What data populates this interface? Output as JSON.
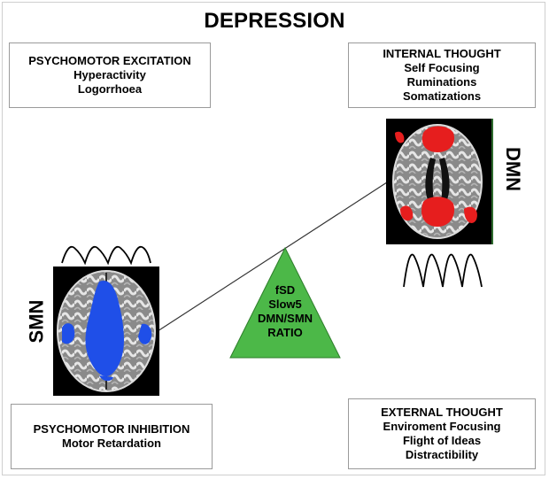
{
  "title": "DEPRESSION",
  "boxes": {
    "psychomotor_excitation": {
      "heading": "PSYCHOMOTOR EXCITATION",
      "items": [
        "Hyperactivity",
        "Logorrhoea"
      ]
    },
    "internal_thought": {
      "heading": "INTERNAL THOUGHT",
      "items": [
        "Self Focusing",
        "Ruminations",
        "Somatizations"
      ]
    },
    "psychomotor_inhibition": {
      "heading": "PSYCHOMOTOR INHIBITION",
      "items": [
        "Motor Retardation"
      ]
    },
    "external_thought": {
      "heading": "EXTERNAL THOUGHT",
      "items": [
        "Enviroment Focusing",
        "Flight of Ideas",
        "Distractibility"
      ]
    }
  },
  "labels": {
    "smn": "SMN",
    "dmn": "DMN"
  },
  "fulcrum": {
    "lines": [
      "fSD",
      "Slow5",
      "DMN/SMN",
      "RATIO"
    ]
  },
  "colors": {
    "smn_activation": "#1f4fe8",
    "dmn_activation": "#e61e1e",
    "fulcrum_fill": "#4cb848",
    "brain_background": "#000000"
  }
}
